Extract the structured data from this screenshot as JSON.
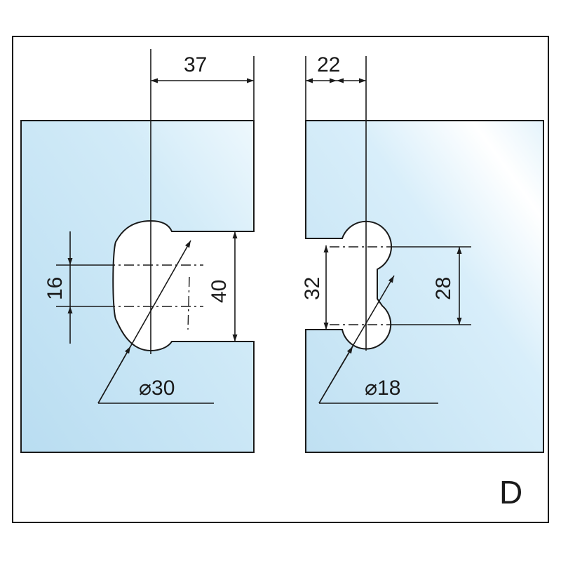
{
  "diagram": {
    "variant_label": "D",
    "left_part": {
      "width_dim": "37",
      "hole_spacing_dim": "16",
      "notch_height_dim": "40",
      "hole_diameter_dim": "⌀30"
    },
    "right_part": {
      "width_dim": "22",
      "notch_height_dim": "32",
      "hole_spacing_dim": "28",
      "hole_diameter_dim": "⌀18"
    },
    "colors": {
      "glass": "#bfe0f2",
      "glass_highlight": "#ffffff",
      "line": "#1a1a1a"
    }
  }
}
